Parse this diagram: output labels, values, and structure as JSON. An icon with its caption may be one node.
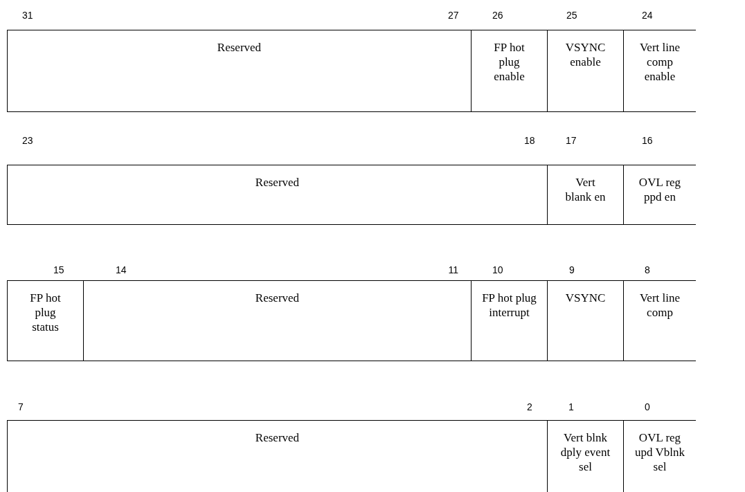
{
  "diagram": {
    "nodes": [
      {
        "text": [
          "Reserved"
        ]
      },
      {
        "text": [
          "FP hot plug enable"
        ]
      },
      {
        "text": [
          "VSYNC enable"
        ]
      },
      {
        "text": [
          "Vert line comp enable"
        ]
      },
      {
        "text": [
          "Reserved"
        ]
      },
      {
        "text": [
          "Vert blank en"
        ]
      },
      {
        "text": [
          "OVL reg ppd en"
        ]
      },
      {
        "text": [
          "FP hot plug status"
        ]
      },
      {
        "text": [
          "Reserved"
        ]
      },
      {
        "text": [
          "FP hot plug interrupt"
        ]
      },
      {
        "text": [
          "VSYNC"
        ]
      },
      {
        "text": [
          "Vert line comp"
        ]
      },
      {
        "text": [
          "Reserved"
        ]
      },
      {
        "text": [
          "Vert blnk dply event sel"
        ]
      },
      {
        "text": [
          "OVL reg upd Vblnk sel"
        ]
      }
    ],
    "labels": [
      "31",
      "27",
      "26",
      "25",
      "24",
      "23",
      "18",
      "17",
      "16",
      "15",
      "14",
      "11",
      "10",
      "9",
      "8",
      "7",
      "2",
      "1",
      "0"
    ]
  }
}
